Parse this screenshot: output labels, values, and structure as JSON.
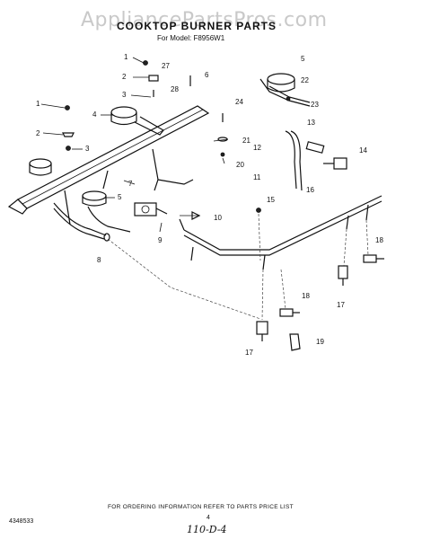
{
  "watermark": "AppliancePartsPros.com",
  "title": "COOKTOP BURNER PARTS",
  "model_line": "For Model: F8956W1",
  "footer_note": "FOR ORDERING INFORMATION REFER TO PARTS PRICE LIST",
  "document_number": "4348533",
  "page_number": "4",
  "handwritten_note": "110-D-4",
  "callouts": {
    "c1a": "1",
    "c2a": "2",
    "c27": "27",
    "c3a": "3",
    "c28": "28",
    "c6": "6",
    "c5a": "5",
    "c22": "22",
    "c23": "23",
    "c1b": "1",
    "c2b": "2",
    "c4": "4",
    "c3b": "3",
    "c24": "24",
    "c21": "21",
    "c20": "20",
    "c13": "13",
    "c12": "12",
    "c14": "14",
    "c11": "11",
    "c15": "15",
    "c16": "16",
    "c7": "7",
    "c5b": "5",
    "c10": "10",
    "c9": "9",
    "c8": "8",
    "c18a": "18",
    "c17a": "17",
    "c18b": "18",
    "c17b": "17",
    "c19": "19"
  }
}
